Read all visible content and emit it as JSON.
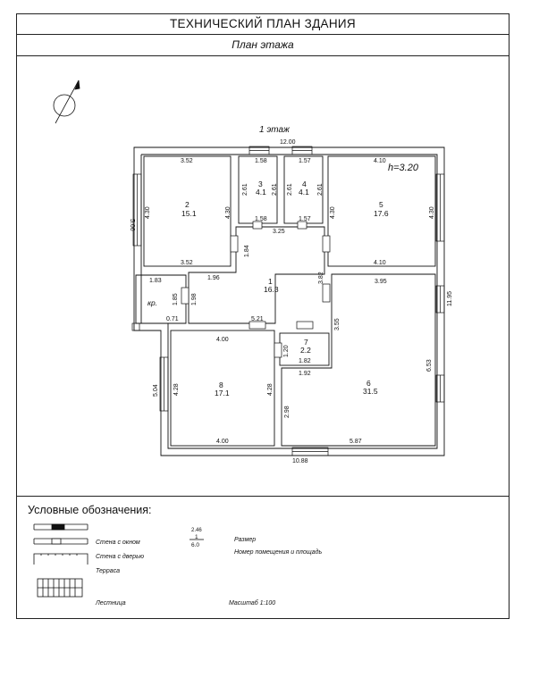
{
  "header": {
    "title": "ТЕХНИЧЕСКИЙ ПЛАН ЗДАНИЯ",
    "subtitle": "План этажа"
  },
  "plan": {
    "floor_label": "1 этаж",
    "height_label": "h=3.20",
    "overall": {
      "top": "12.00",
      "bottom": "10.88",
      "left": "5.06",
      "left_lower": "5.04",
      "right": "11.95",
      "right_mid": "6.53"
    },
    "rooms": [
      {
        "no": "2",
        "area": "15.1",
        "dims": [
          "3.52",
          "3.52",
          "4.30",
          "4.30"
        ]
      },
      {
        "no": "3",
        "area": "4.1",
        "dims": [
          "1.58",
          "1.58",
          "2.61",
          "2.61"
        ]
      },
      {
        "no": "4",
        "area": "4.1",
        "dims": [
          "1.57",
          "1.57",
          "2.61",
          "2.61"
        ]
      },
      {
        "no": "5",
        "area": "17.6",
        "dims": [
          "4.10",
          "4.10",
          "4.30",
          "4.30"
        ]
      },
      {
        "no": "1",
        "area": "16.3",
        "dims": [
          "3.25",
          "1.96",
          "5.21",
          "1.84",
          "1.98",
          "3.82",
          "3.55"
        ]
      },
      {
        "no": "кр.",
        "area": "",
        "dims": [
          "1.83",
          "1.85",
          "0.71"
        ]
      },
      {
        "no": "7",
        "area": "2.2",
        "dims": [
          "1.20",
          "1.82",
          "1.92"
        ]
      },
      {
        "no": "8",
        "area": "17.1",
        "dims": [
          "4.00",
          "4.00",
          "4.28",
          "4.28"
        ]
      },
      {
        "no": "6",
        "area": "31.5",
        "dims": [
          "3.95",
          "5.87",
          "2.98"
        ]
      }
    ]
  },
  "legend": {
    "title": "Условные обозначения:",
    "items": [
      {
        "label": "Стена с окном"
      },
      {
        "label": "Стена с дверью"
      },
      {
        "label": "Терраса"
      },
      {
        "label": "Лестница"
      }
    ],
    "sample_size": "2.46",
    "sample_no": "1",
    "sample_area": "6.0",
    "size_label": "Размер",
    "room_label": "Номер помещения и площадь",
    "scale": "Масштаб 1:100"
  }
}
